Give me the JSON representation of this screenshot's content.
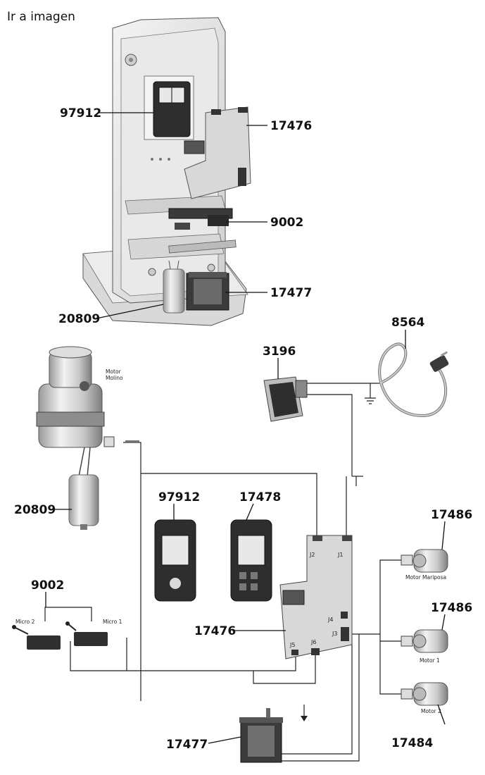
{
  "nav": {
    "back_link": "Ir a imagen"
  },
  "top_labels": {
    "display": "97912",
    "board": "17476",
    "microswitch": "9002",
    "transformer": "17477",
    "capacitor": "20809"
  },
  "bottom_labels": {
    "power_cord": "8564",
    "switch": "3196",
    "capacitor": "20809",
    "display_plain": "97912",
    "display_keypad": "17478",
    "motor_top": "17486",
    "motor_mid": "17486",
    "microswitch": "9002",
    "board": "17476",
    "motor_bottom": "17484",
    "transformer": "17477"
  },
  "component_text": {
    "main_motor": [
      "Motor",
      "Molino"
    ],
    "micro_2": "Micro 2",
    "micro_1": "Micro 1",
    "motor_mariposa": "Motor Mariposa",
    "motor_1": "Motor 1",
    "motor_2": "Motor 2"
  },
  "connectors": {
    "j1": "J1",
    "j2": "J2",
    "j3": "J3",
    "j4": "J4",
    "j5": "J5",
    "j6": "J6"
  },
  "colors": {
    "metal_light": "#e6e6e6",
    "metal_mid": "#bdbdbd",
    "dark_panel": "#2e2e2e",
    "board": "#d8d8d8",
    "ink": "#111111"
  }
}
